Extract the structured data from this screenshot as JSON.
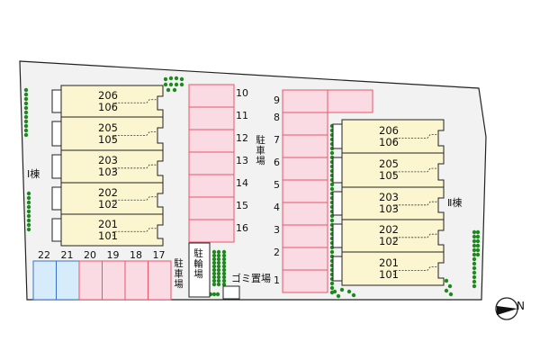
{
  "colors": {
    "lot": "#f2f2f3",
    "building": "#fbf6cf",
    "parking": "#fadbe3",
    "parking_border": "#e8556a",
    "parking_blue": "#d6ecfa",
    "parking_blue_border": "#3a6fc9",
    "tree": "#1e8a1e"
  },
  "building1": {
    "label": "Ⅰ棟",
    "units": [
      [
        "206",
        "106"
      ],
      [
        "205",
        "105"
      ],
      [
        "203",
        "103"
      ],
      [
        "202",
        "102"
      ],
      [
        "201",
        "101"
      ]
    ]
  },
  "building2": {
    "label": "Ⅱ棟",
    "units": [
      [
        "206",
        "106"
      ],
      [
        "205",
        "105"
      ],
      [
        "203",
        "103"
      ],
      [
        "202",
        "102"
      ],
      [
        "201",
        "101"
      ]
    ]
  },
  "parking_label": "駐車場",
  "parking_a": [
    "10",
    "11",
    "12",
    "13",
    "14",
    "15",
    "16"
  ],
  "parking_b": [
    "8",
    "7",
    "6",
    "5",
    "4",
    "3",
    "2",
    "1"
  ],
  "parking_b_top": "9",
  "parking_bottom": [
    "22",
    "21",
    "20",
    "19",
    "18",
    "17"
  ],
  "parking_bottom_blue_count": 2,
  "bicycle_parking": "駐輪場",
  "garbage": "ゴミ置場",
  "compass": "N"
}
